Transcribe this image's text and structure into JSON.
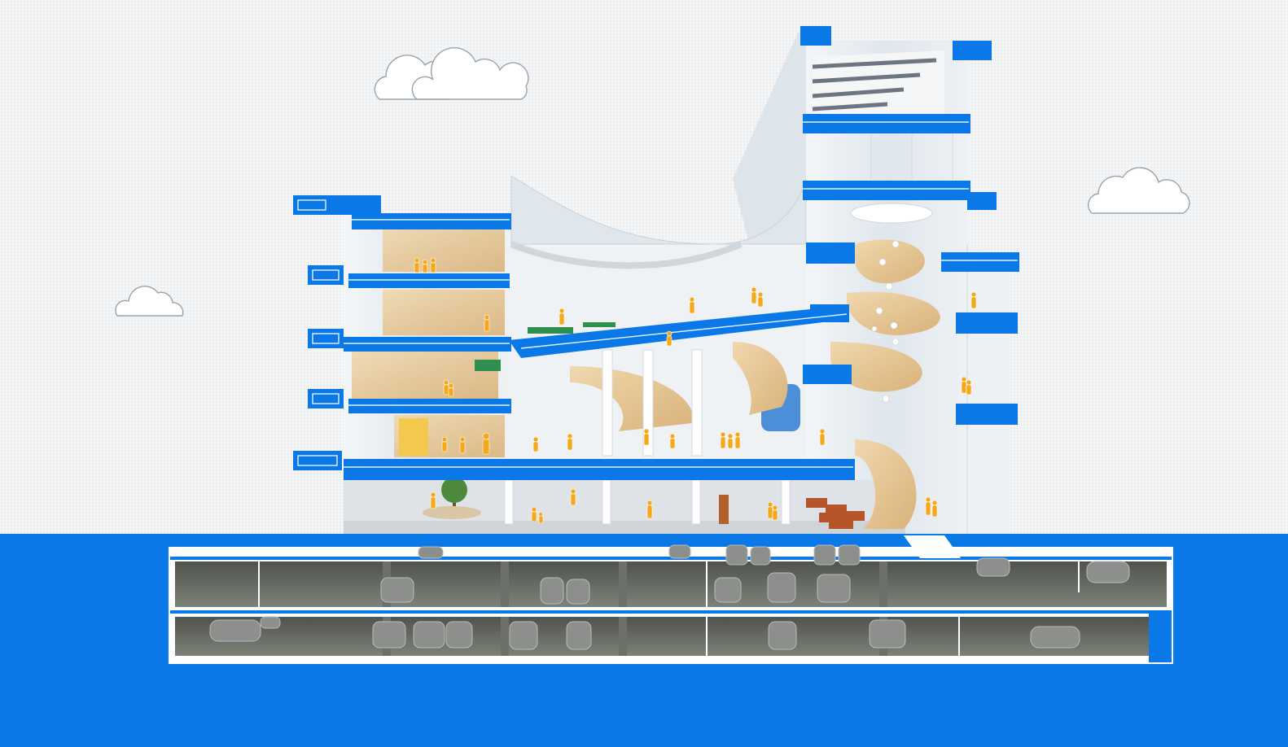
{
  "colors": {
    "accent_blue": "#0a78e6",
    "slab_highlight": "#5fb2ff",
    "sky_dots": "#cfd3d8",
    "building_glass": "#e7ecf1",
    "wood": "#e8cc9e",
    "people": "#f5a91a",
    "parking_wall": "#5f645d",
    "parking_floor": "#7c8278",
    "car": "#8d8f8d",
    "tree": "#4d8a3d",
    "green_strip": "#2f8f4e"
  },
  "figure": {
    "type": "architectural-section",
    "aboveground_floors": 5,
    "basement_levels": 2,
    "clouds": 4,
    "people_figures": 34,
    "cars": 27
  }
}
